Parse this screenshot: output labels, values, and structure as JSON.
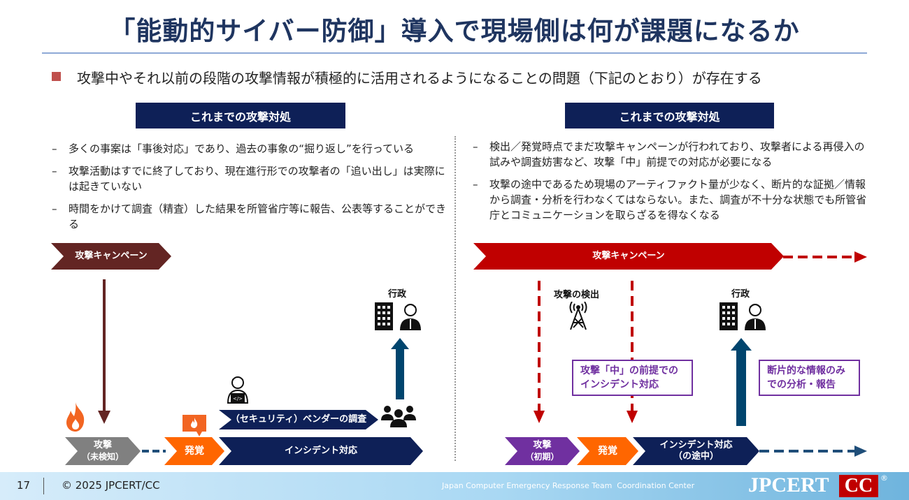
{
  "title": "「能動的サイバー防御」導入で現場側は何が課題になるか",
  "lead": "攻撃中やそれ以前の段階の攻撃情報が積極的に活用されるようになることの問題（下記のとおり）が存在する",
  "left": {
    "header": "これまでの攻撃対処",
    "bullets": [
      "多くの事案は「事後対応」であり、過去の事象の“掘り返し”を行っている",
      "攻撃活動はすでに終了しており、現在進行形での攻撃者の「追い出し」は実際には起きていない",
      "時間をかけて調査（精査）した結果を所管省庁等に報告、公表等することができる"
    ],
    "campaign": "攻撃キャンペーン",
    "gov": "行政",
    "attack": "攻撃",
    "attack_sub": "（未検知）",
    "discovery": "発覚",
    "vendor": "（セキュリティ）ベンダーの調査",
    "incident": "インシデント対応"
  },
  "right": {
    "header": "これまでの攻撃対処",
    "bullets": [
      "検出／発覚時点でまだ攻撃キャンペーンが行われており、攻撃者による再侵入の試みや調査妨害など、攻撃「中」前提での対応が必要になる",
      "攻撃の途中であるため現場のアーティファクト量が少なく、断片的な証拠／情報から調査・分析を行わなくてはならない。また、調査が不十分な状態でも所管省庁とコミュニケーションを取らざるを得なくなる"
    ],
    "campaign": "攻撃キャンペーン",
    "detection": "攻撃の検出",
    "gov": "行政",
    "box1": "攻撃「中」の前提でのインシデント対応",
    "box2": "断片的な情報のみでの分析・報告",
    "attack": "攻撃",
    "attack_sub": "（初期）",
    "discovery": "発覚",
    "incident": "インシデント対応",
    "incident_sub": "（の途中）"
  },
  "footer": {
    "page": "17",
    "copyright": "© 2025 JPCERT/CC",
    "org": "Japan Computer Emergency Response Team  Coordination Center",
    "logo_a": "JPCERT",
    "logo_b": "CC",
    "reg": "®"
  },
  "colors": {
    "navy": "#0e2057",
    "maroon": "#632523",
    "red": "#c00000",
    "orange": "#ff6600",
    "purple": "#7030a0",
    "gray": "#808080",
    "steel": "#1f4e79"
  }
}
